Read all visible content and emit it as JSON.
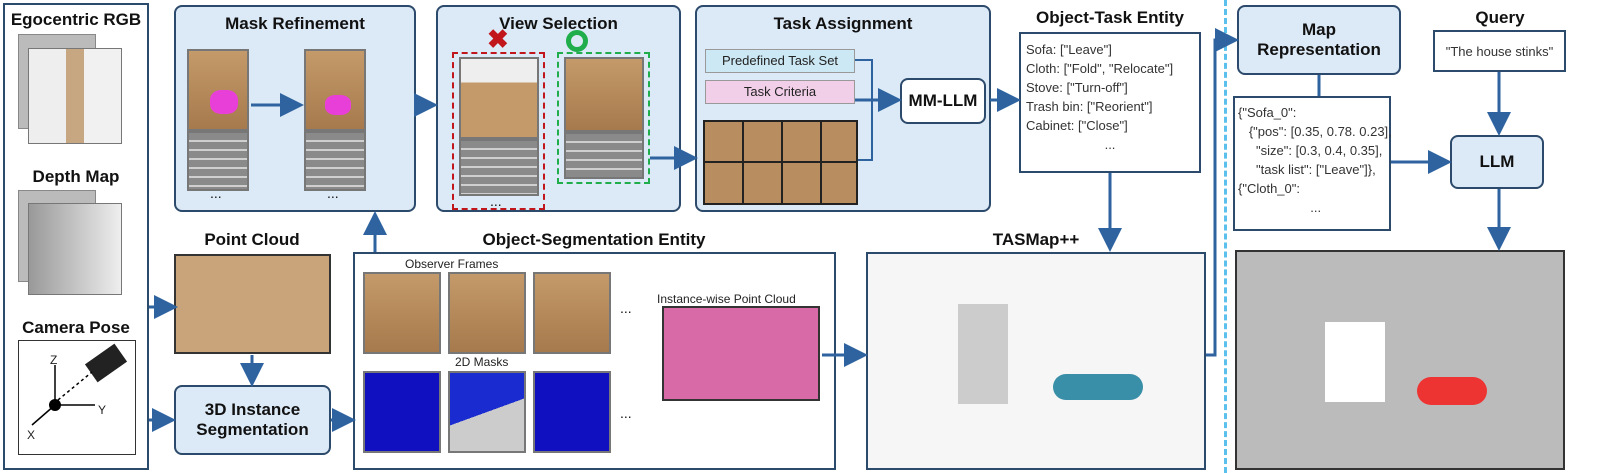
{
  "inputs": {
    "rgb_label": "Egocentric RGB",
    "depth_label": "Depth Map",
    "pose_label": "Camera Pose",
    "axes": {
      "z": "Z",
      "y": "Y",
      "x": "X"
    }
  },
  "mask_refinement": {
    "title": "Mask Refinement",
    "ellipsis": "..."
  },
  "view_selection": {
    "title": "View Selection",
    "ellipsis": "...",
    "reject_icon": "red-x",
    "accept_icon": "green-circle"
  },
  "task_assignment": {
    "title": "Task Assignment",
    "predefined": "Predefined Task Set",
    "criteria": "Task Criteria",
    "mmllm": "MM-LLM"
  },
  "object_task_entity": {
    "title": "Object-Task Entity",
    "lines": [
      "Sofa: [\"Leave\"]",
      "Cloth: [\"Fold\", \"Relocate\"]",
      "Stove: [\"Turn-off\"]",
      "Trash bin: [\"Reorient\"]",
      "Cabinet: [\"Close\"]",
      "..."
    ]
  },
  "point_cloud": {
    "title": "Point Cloud"
  },
  "instance_seg": {
    "label": "3D Instance Segmentation"
  },
  "ose": {
    "title": "Object-Segmentation Entity",
    "observer": "Observer Frames",
    "masks": "2D Masks",
    "instance_pc": "Instance-wise Point Cloud",
    "ellipsis": "..."
  },
  "tasmap": {
    "title": "TASMap++"
  },
  "map_rep": {
    "title": "Map Representation",
    "json_lines": [
      "{\"Sofa_0\":",
      "   {\"pos\": [0.35, 0.78. 0.23],",
      "     \"size\": [0.3, 0.4, 0.35],",
      "     \"task list\": [\"Leave\"]},",
      "{\"Cloth_0\":",
      "                    ..."
    ]
  },
  "query": {
    "title": "Query",
    "text": "\"The house stinks\""
  },
  "llm": {
    "label": "LLM"
  },
  "colors": {
    "panel": "#dce9f6",
    "border": "#2c4a6b",
    "arrow": "#2e63a0",
    "divider": "#5bc0eb",
    "reject": "#c0161c",
    "accept": "#1fae4b",
    "predefined": "#cce8f4",
    "criteria": "#f2cfe8"
  }
}
